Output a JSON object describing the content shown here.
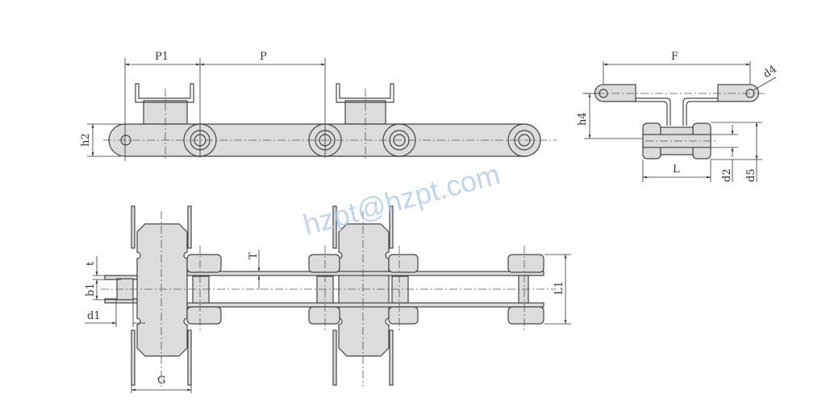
{
  "labels": {
    "p1": "P1",
    "p": "P",
    "h2": "h2",
    "f": "F",
    "d4": "d4",
    "h4": "h4",
    "l": "L",
    "d2": "d2",
    "d5": "d5",
    "t_small": "t",
    "t_big": "T",
    "b1": "b1",
    "d1": "d1",
    "l1": "L1",
    "g": "G"
  },
  "watermark": "hzpt@hzpt.com",
  "colors": {
    "part_fill": "#dcdcdc",
    "outline": "#444444",
    "watermark": "#a9c9ec"
  }
}
